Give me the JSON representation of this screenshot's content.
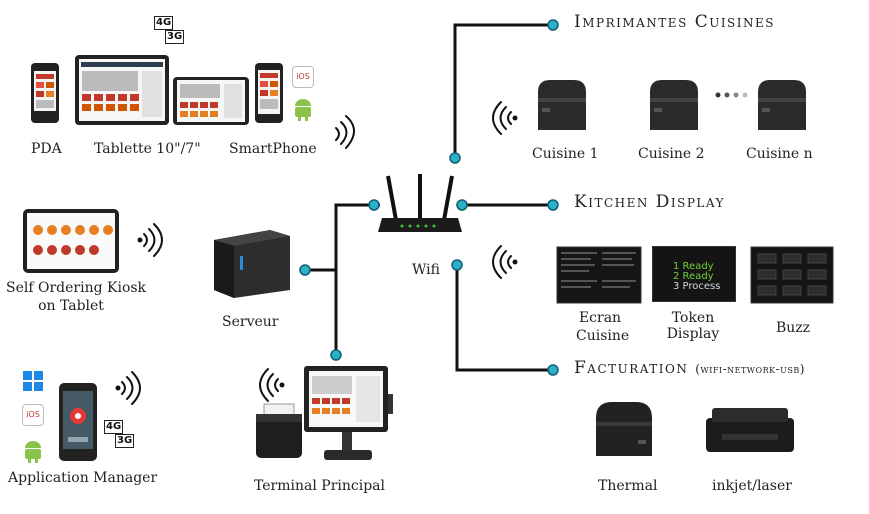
{
  "sections": {
    "imprimantes": "Imprimantes Cuisines",
    "kitchen": "Kitchen Display",
    "facturation": "Facturation",
    "facturation_note": "(wifi-network-usb)"
  },
  "labels": {
    "pda": "PDA",
    "tablette": "Tablette 10\"/7\"",
    "smartphone": "SmartPhone",
    "kiosk_line1": "Self Ordering Kiosk",
    "kiosk_line2": "on Tablet",
    "app_manager": "Application Manager",
    "serveur": "Serveur",
    "wifi": "Wifi",
    "terminal": "Terminal Principal",
    "cuisine1": "Cuisine 1",
    "cuisine2": "Cuisine 2",
    "cuisinen": "Cuisine n",
    "ecran_line1": "Ecran",
    "ecran_line2": "Cuisine",
    "token_line1": "Token",
    "token_line2": "Display",
    "buzz": "Buzz",
    "thermal": "Thermal",
    "inkjet": "inkjet/laser"
  },
  "badges": {
    "g4": "4G",
    "g3": "3G",
    "ios": "iOS"
  },
  "token_screen": {
    "line1": "1 Ready",
    "line2": "2 Ready",
    "line3": "3 Process"
  },
  "colors": {
    "wire": "#111111",
    "node": "#2bb0c8",
    "device_dark": "#2a2a2a"
  }
}
